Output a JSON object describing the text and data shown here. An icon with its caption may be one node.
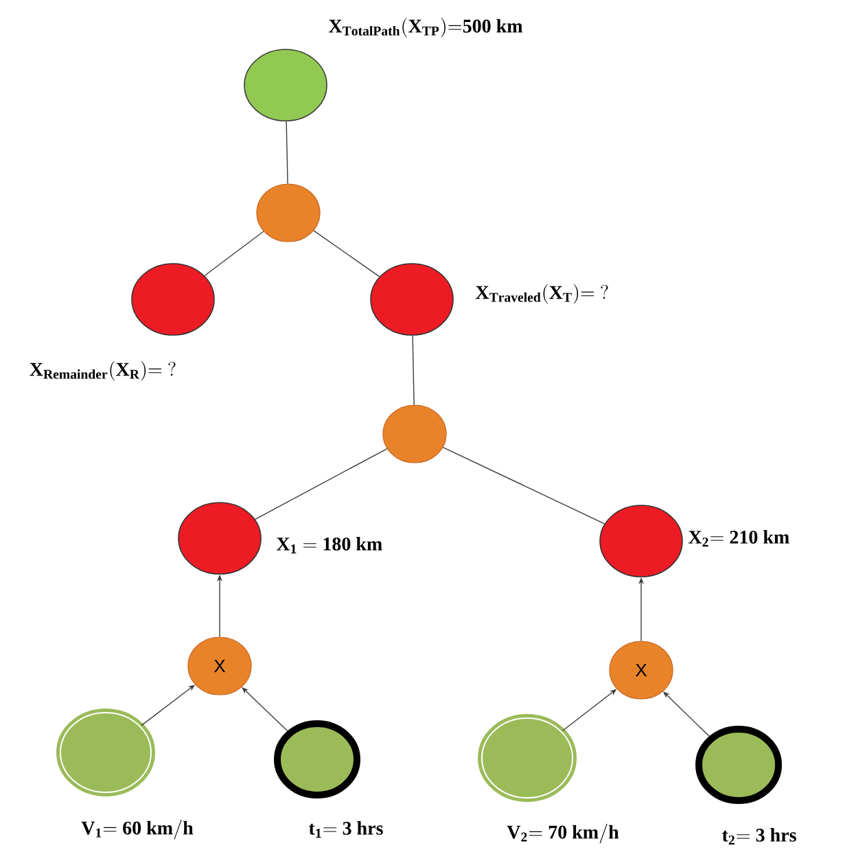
{
  "diagram": {
    "nodes": [
      {
        "text": [],
        "shape": "circle",
        "beside": [
          "\\mathbf{X_{TotalPath}(X_{TP}){=}500\\ km}"
        ]
      },
      {
        "text": [],
        "shape": "circle"
      },
      {
        "text": [],
        "shape": "circle",
        "beside": [
          "\\mathbf{X_{Remainder}(X_{R}){=}\\ ?}"
        ]
      },
      {
        "text": [],
        "shape": "circle",
        "beside": [
          "\\mathbf{X_{Traveled}(X_{T}){=}\\ ?}"
        ]
      },
      {
        "text": [],
        "shape": "circle"
      },
      {
        "text": [],
        "shape": "circle",
        "beside": [
          "\\mathbf{X_{1}\\ {=}\\ 180\\ km}"
        ]
      },
      {
        "text": [],
        "shape": "circle",
        "beside": [
          "\\mathbf{X_{2}{=}\\ 210\\ km}"
        ]
      },
      {
        "text": [
          "X"
        ]
      },
      {
        "text": [
          "X"
        ]
      },
      {
        "text": [],
        "shape": "circle",
        "beside": [
          "\\mathbf{V_{1}{=}\\ 60\\ km/h}"
        ]
      },
      {
        "text": [],
        "shape": "circle",
        "beside": [
          "\\mathbf{t_{1}{=}\\ 3\\ hrs}"
        ]
      },
      {
        "text": [],
        "shape": "circle",
        "beside": [
          "\\mathbf{V_{2}{=}\\ 70\\ km/h}"
        ]
      },
      {
        "text": [],
        "shape": "circle",
        "beside": [
          "\\mathbf{t_{2}{=}\\ 3\\ hrs}"
        ]
      }
    ],
    "edges": [
      {
        "from": 0,
        "to": 1,
        "arrow": "none"
      },
      {
        "from": 1,
        "to": 2,
        "arrow": "none"
      },
      {
        "from": 1,
        "to": 3,
        "arrow": "none"
      },
      {
        "from": 3,
        "to": 4,
        "arrow": "none"
      },
      {
        "from": 4,
        "to": 5,
        "arrow": "none"
      },
      {
        "from": 4,
        "to": 6,
        "arrow": "none"
      },
      {
        "from": 7,
        "to": 5,
        "arrow": "to"
      },
      {
        "from": 9,
        "to": 7,
        "arrow": "to"
      },
      {
        "from": 10,
        "to": 7,
        "arrow": "to"
      },
      {
        "from": 8,
        "to": 6,
        "arrow": "to"
      },
      {
        "from": 11,
        "to": 8,
        "arrow": "to"
      },
      {
        "from": 12,
        "to": 8,
        "arrow": "to"
      }
    ]
  }
}
